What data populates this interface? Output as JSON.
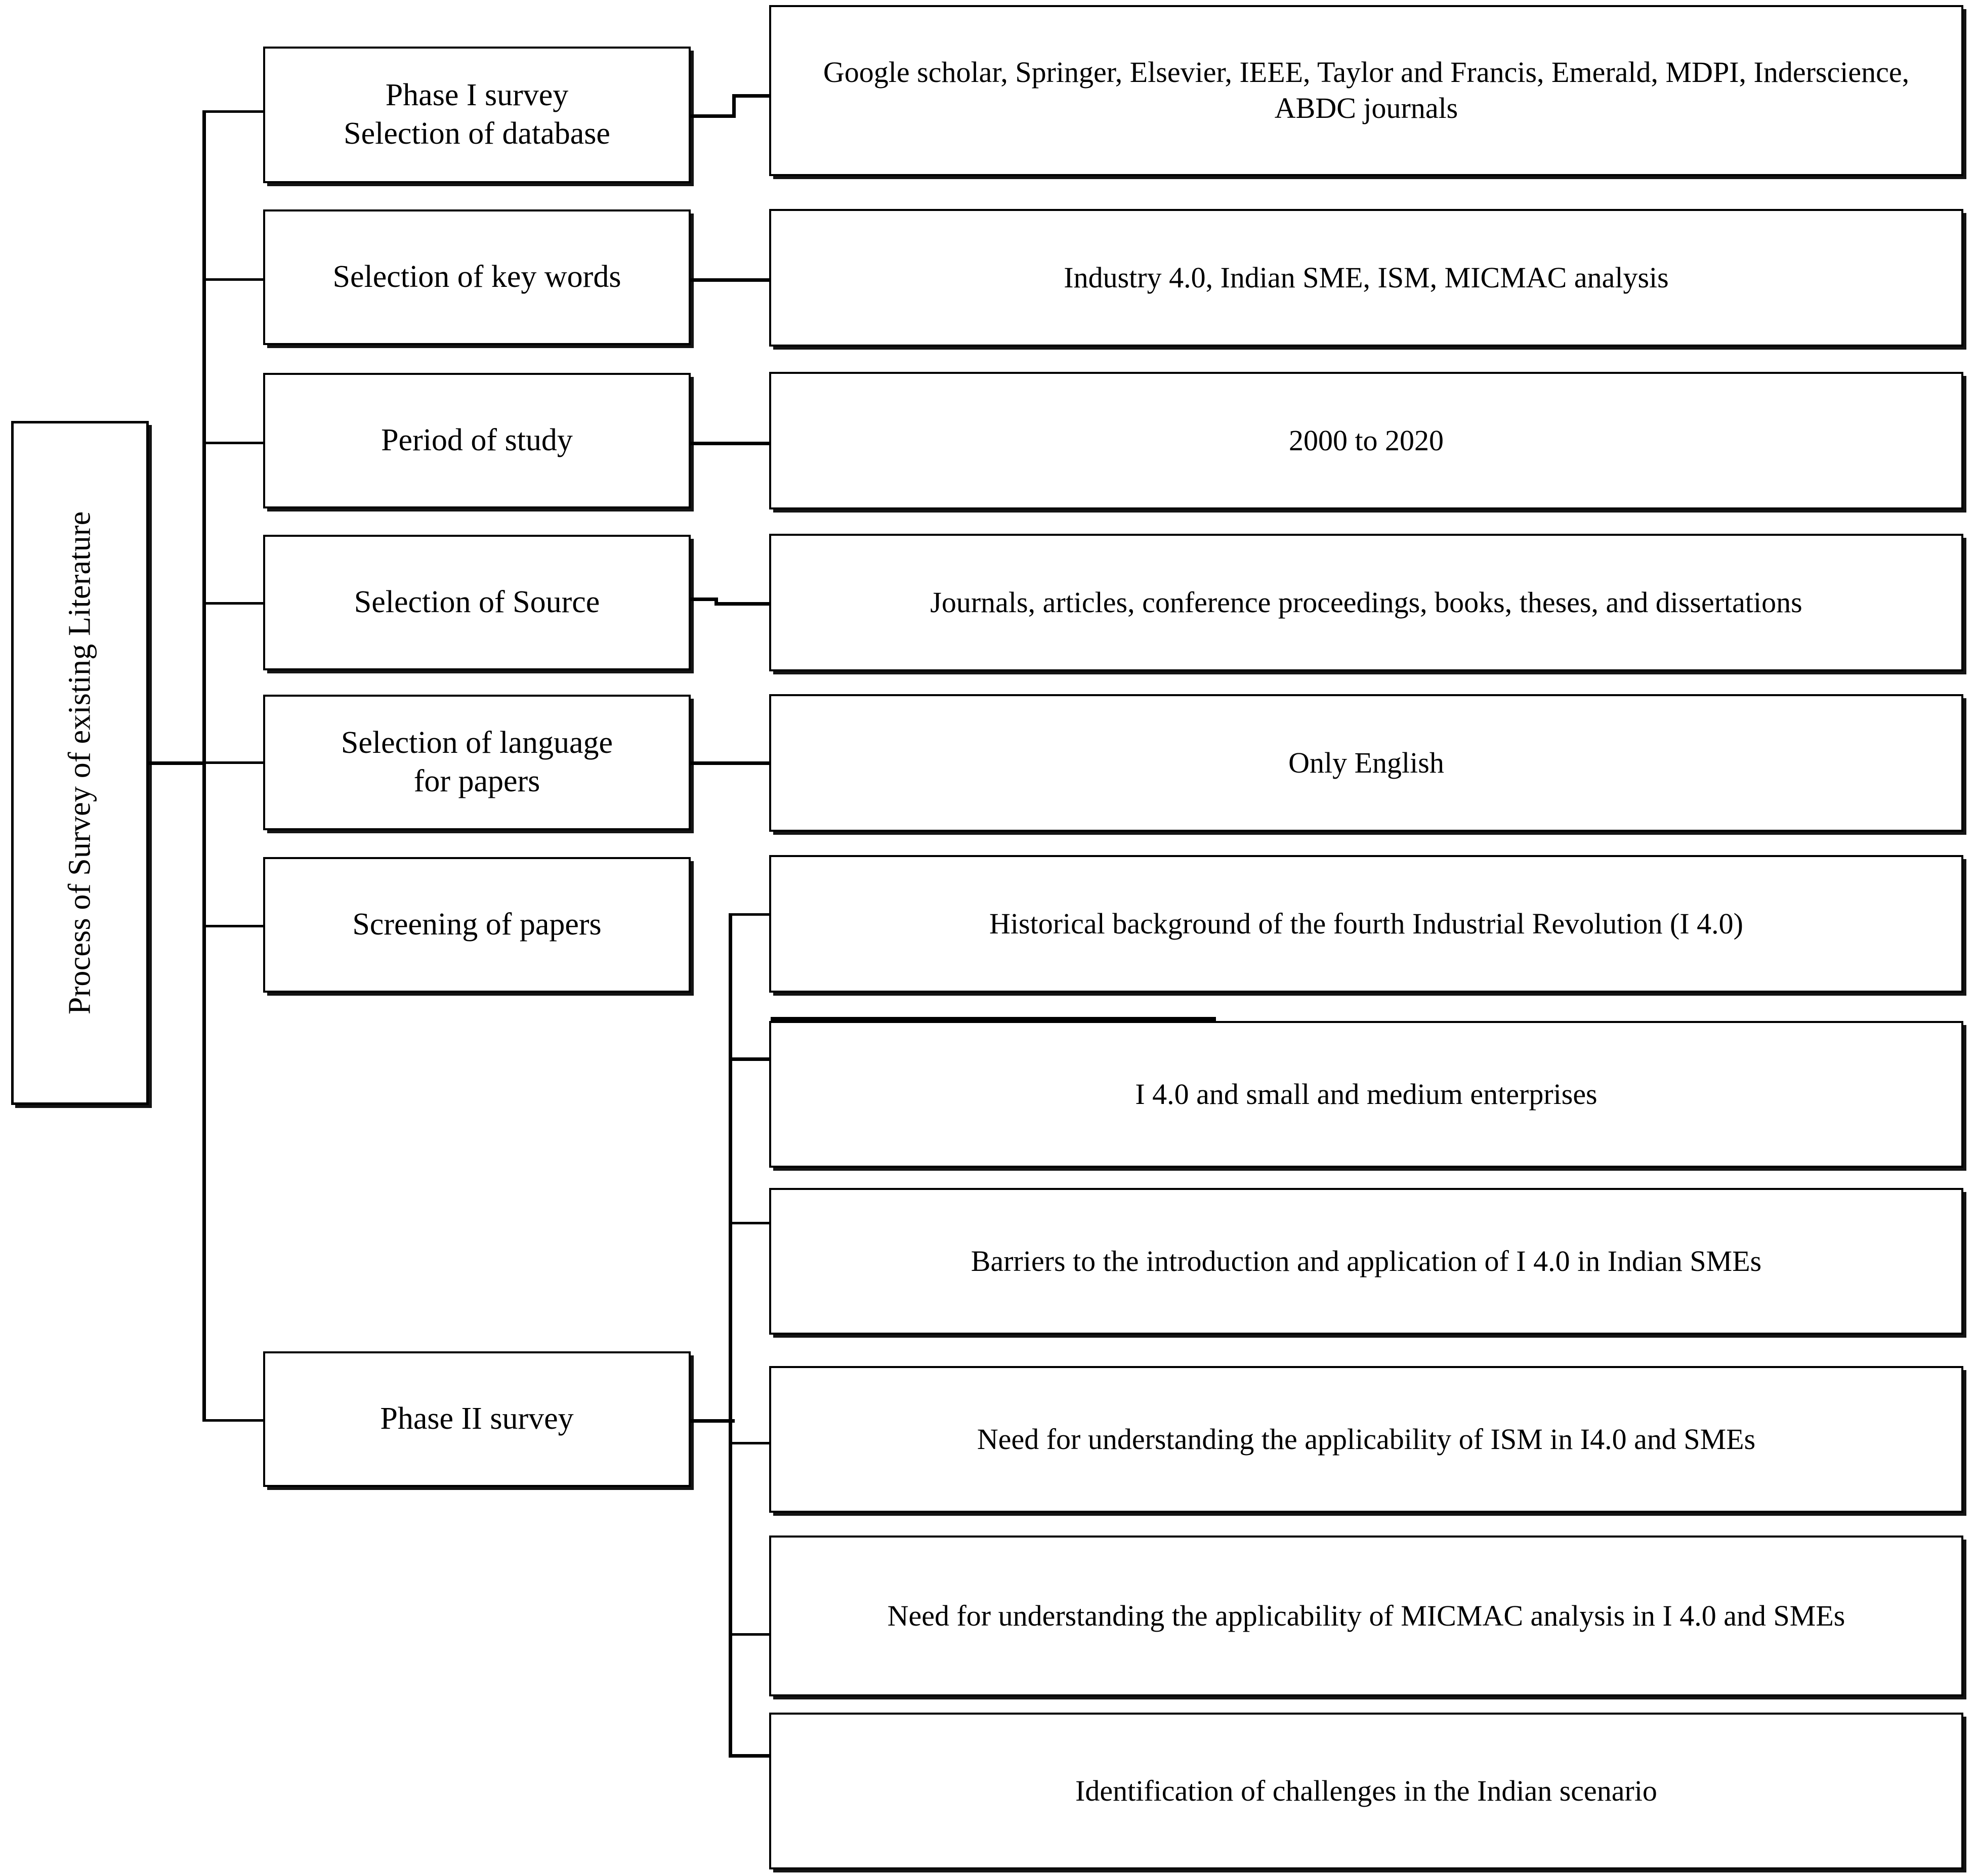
{
  "diagram": {
    "type": "flowchart",
    "title": "Process of Survey of existing Literature",
    "root": {
      "label": "Process of Survey of existing Literature",
      "orientation": "vertical-text"
    },
    "stages": [
      {
        "id": "phase-1-survey",
        "label": "Phase I survey\nSelection of database"
      },
      {
        "id": "selection-of-keywords",
        "label": "Selection of key words"
      },
      {
        "id": "period-of-study",
        "label": "Period of study"
      },
      {
        "id": "selection-of-source",
        "label": "Selection of Source"
      },
      {
        "id": "selection-of-language",
        "label": "Selection of language\nfor papers"
      },
      {
        "id": "screening-of-papers",
        "label": "Screening of papers"
      },
      {
        "id": "phase-2-survey",
        "label": "Phase II survey"
      }
    ],
    "details_phase1": [
      {
        "id": "databases",
        "text": "Google scholar, Springer, Elsevier, IEEE, Taylor and Francis, Emerald, MDPI, Inderscience, ABDC journals"
      },
      {
        "id": "keywords",
        "text": "Industry 4.0, Indian SME, ISM, MICMAC analysis"
      },
      {
        "id": "period",
        "text": "2000 to 2020"
      },
      {
        "id": "sources",
        "text": "Journals, articles, conference proceedings, books, theses, and dissertations"
      },
      {
        "id": "language",
        "text": "Only English"
      }
    ],
    "details_phase2": [
      {
        "id": "historical-background",
        "text": "Historical background of the fourth Industrial Revolution (I 4.0)"
      },
      {
        "id": "i40-and-smes",
        "text": "I 4.0 and small and medium enterprises"
      },
      {
        "id": "barriers",
        "text": "Barriers to the introduction and application of I 4.0 in Indian SMEs"
      },
      {
        "id": "ism-applicability",
        "text": "Need for understanding the applicability of ISM in I4.0 and SMEs"
      },
      {
        "id": "micmac-applicability",
        "text": "Need for understanding the applicability of MICMAC analysis in I 4.0 and SMEs"
      },
      {
        "id": "indian-challenges",
        "text": "Identification of challenges in the Indian scenario"
      }
    ],
    "colors": {
      "line": "#000000",
      "box_fill": "#ffffff",
      "text": "#000000"
    }
  }
}
